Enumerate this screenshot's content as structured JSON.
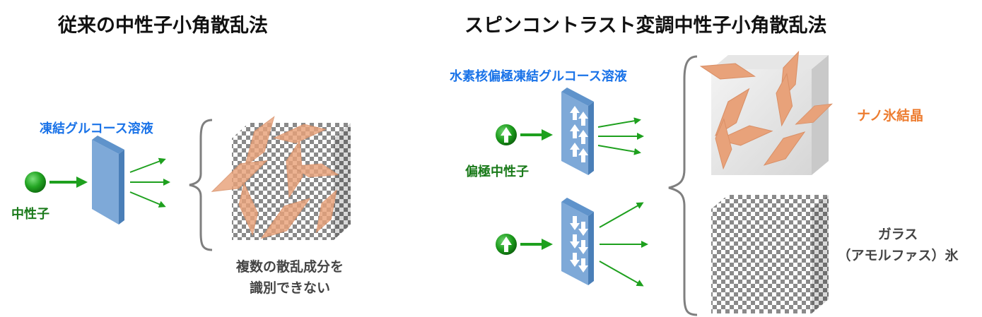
{
  "left": {
    "title": "従来の中性子小角散乱法",
    "solution_label": "凍結グルコース溶液",
    "neutron_label": "中性子",
    "result_line1": "複数の散乱成分を",
    "result_line2": "識別できない"
  },
  "right": {
    "title": "スピンコントラスト変調中性子小角散乱法",
    "solution_label": "水素核偏極凍結グルコース溶液",
    "neutron_label": "偏極中性子",
    "nano_ice_label": "ナノ氷結晶",
    "glass_line1": "ガラス",
    "glass_line2": "（アモルファス）氷"
  },
  "colors": {
    "sample_plate": "#5b9bd5",
    "arrow": "#1ea01e",
    "neutron": "#22a822",
    "crystal": "#e8a27a",
    "label_blue": "#1a73e8",
    "label_orange": "#ed7d31"
  },
  "icons": [
    "neutron-sphere-icon",
    "polarized-neutron-icon",
    "spin-up-arrow-icon",
    "spin-down-arrow-icon",
    "bracket-icon"
  ]
}
